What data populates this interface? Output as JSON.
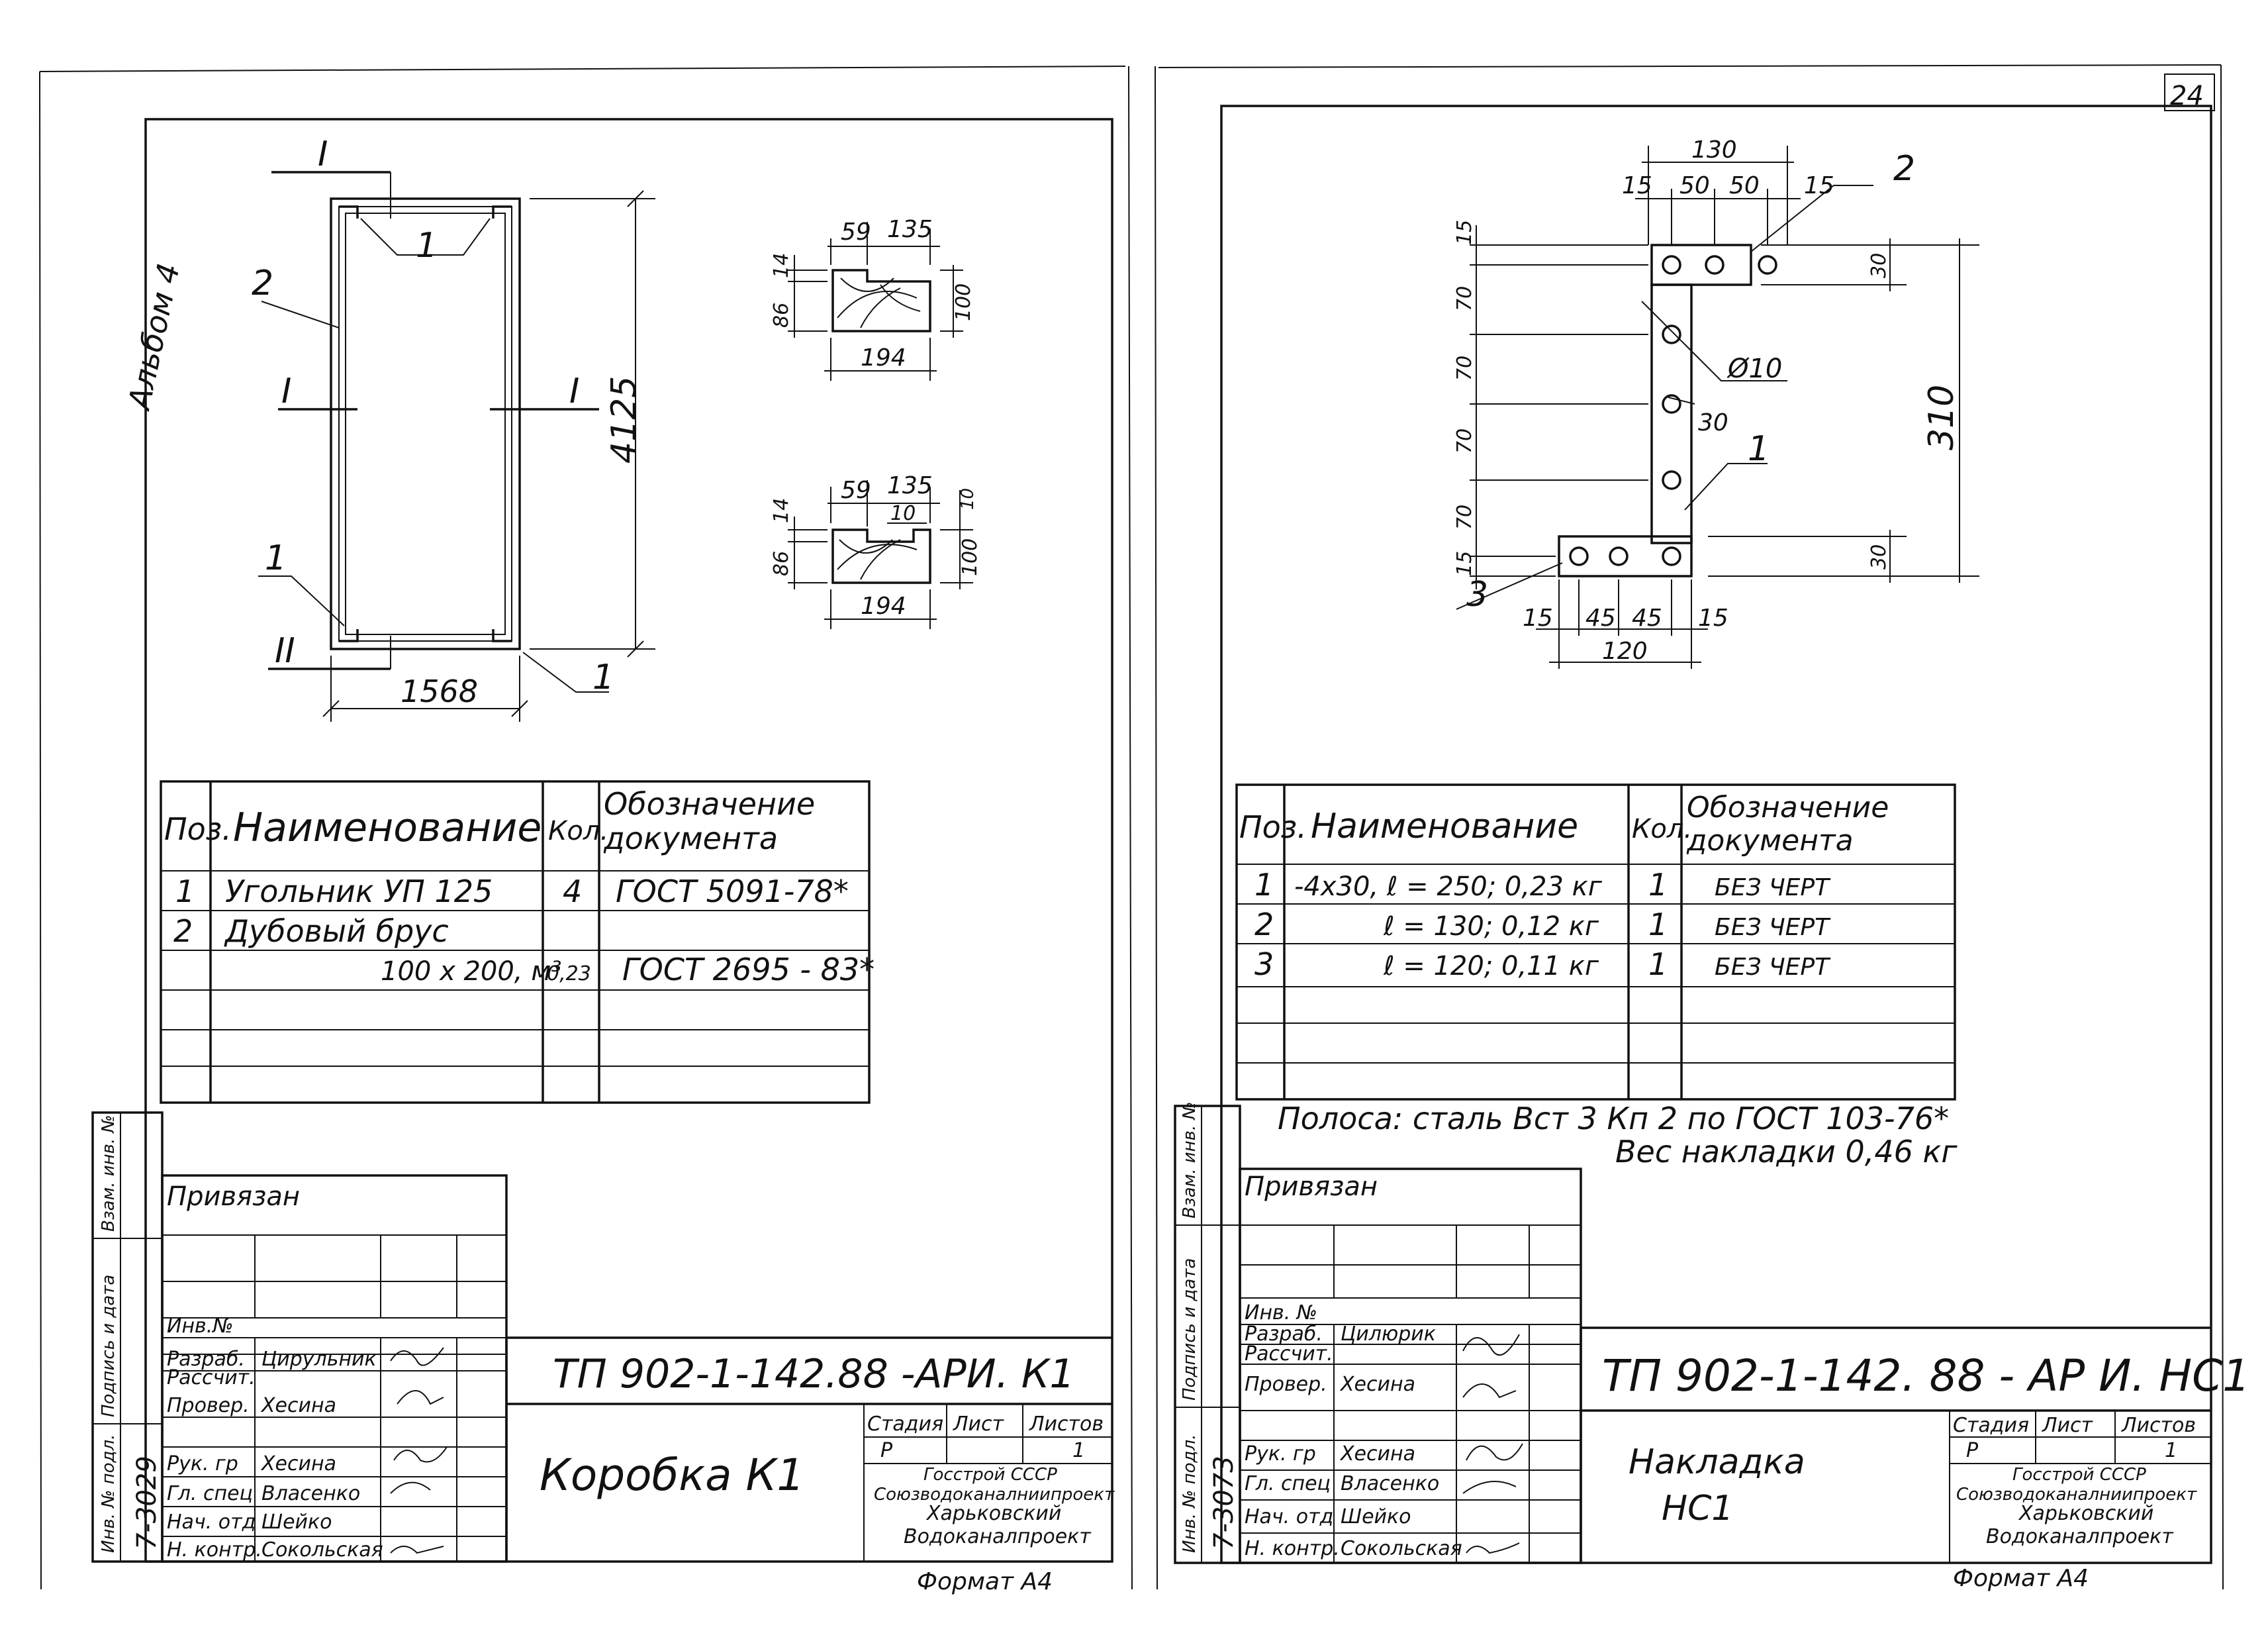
{
  "page_number": "24",
  "album_label": "Альбом 4",
  "left_sheet": {
    "section_mark": "I",
    "section_mark_bottom": "II",
    "section_mark_left": "I",
    "section_mark_right": "I",
    "frame_dim_height": "4125",
    "frame_dim_width": "1568",
    "callout_1": "1",
    "callout_2": "2",
    "callout_1b": "1",
    "callout_1c": "1",
    "sec1_dims": [
      "59",
      "135",
      "14",
      "86",
      "100",
      "194"
    ],
    "sec2_dims": [
      "59",
      "135",
      "10",
      "14",
      "86",
      "10",
      "100",
      "194"
    ],
    "spec_headers": [
      "Поз.",
      "Наименование",
      "Кол.",
      "Обозначение документа"
    ],
    "spec_rows": [
      [
        "1",
        "Угольник   УП 125",
        "4",
        "ГОСТ 5091-78*"
      ],
      [
        "2",
        "Дубовый   брус",
        "",
        ""
      ],
      [
        "",
        "100 х 200, м³",
        "0,23",
        "ГОСТ 2695 - 83*"
      ]
    ],
    "stamp": {
      "privyazan": "Привязан",
      "inv": "Инв.№",
      "designation": "ТП 902-1-142.88 -АРИ. К1",
      "title": "Коробка     К1",
      "stage_label": "Стадия",
      "sheet_label": "Лист",
      "sheets_label": "Листов",
      "stage": "Р",
      "sheet": "",
      "sheets": "1",
      "org1": "Госстрой СССР",
      "org2": "Союзводоканалниипроект",
      "org3": "Харьковский",
      "org4": "Водоканалпроект",
      "roles": [
        "Разраб.",
        "Рассчит.",
        "Провер.",
        "Рук. гр",
        "Гл. спец",
        "Нач. отд",
        "Н. контр."
      ],
      "names": [
        "Цирульник",
        "",
        "Хесина",
        "Хесина",
        "Власенко",
        "Шейко",
        "Сокольская"
      ],
      "side_labels": [
        "Взам. инв. №",
        "Подпись и дата",
        "Инв. № подл."
      ],
      "inv_number": "7-3029",
      "format": "Формат А4"
    }
  },
  "right_sheet": {
    "dims_top": [
      "130",
      "15",
      "50",
      "50",
      "15"
    ],
    "dims_left": [
      "15",
      "70",
      "70",
      "70",
      "70",
      "15"
    ],
    "dims_right": [
      "30",
      "310",
      "30"
    ],
    "dims_bottom": [
      "15",
      "45",
      "45",
      "15",
      "120"
    ],
    "hole_label": "Ø10",
    "dim_30": "30",
    "callout_1": "1",
    "callout_2": "2",
    "callout_3": "3",
    "spec_headers": [
      "Поз.",
      "Наименование",
      "Кол.",
      "Обозначение документа"
    ],
    "spec_rows": [
      [
        "1",
        "-4х30, ℓ = 250;  0,23 кг",
        "1",
        "БЕЗ  ЧЕРТ"
      ],
      [
        "2",
        "ℓ = 130;  0,12 кг",
        "1",
        "БЕЗ  ЧЕРТ"
      ],
      [
        "3",
        "ℓ = 120;  0,11 кг",
        "1",
        "БЕЗ  ЧЕРТ"
      ]
    ],
    "note1": "Полоса:  сталь  Вст 3 Кп 2   по  ГОСТ 103-76*",
    "note2": "Вес  накладки  0,46 кг",
    "stamp": {
      "privyazan": "Привязан",
      "inv": "Инв. № ",
      "designation": "ТП 902-1-142. 88  - АР И. НС1",
      "title1": "Накладка",
      "title2": "НС1",
      "stage_label": "Стадия",
      "sheet_label": "Лист",
      "sheets_label": "Листов",
      "stage": "Р",
      "sheet": "",
      "sheets": "1",
      "org1": "Госстрой СССР",
      "org2": "Союзводоканалниипроект",
      "org3": "Харьковский",
      "org4": "Водоканалпроект",
      "roles": [
        "Разраб.",
        "Рассчит.",
        "Провер.",
        "Рук. гр",
        "Гл. спец",
        "Нач. отд",
        "Н. контр."
      ],
      "names": [
        "Цилюрик",
        "",
        "Хесина",
        "Хесина",
        "Власенко",
        "Шейко",
        "Сокольская"
      ],
      "side_labels": [
        "Взам. инв. №",
        "Подпись и дата",
        "Инв. № подл."
      ],
      "inv_number": "7-3073",
      "format": "Формат А4"
    }
  }
}
